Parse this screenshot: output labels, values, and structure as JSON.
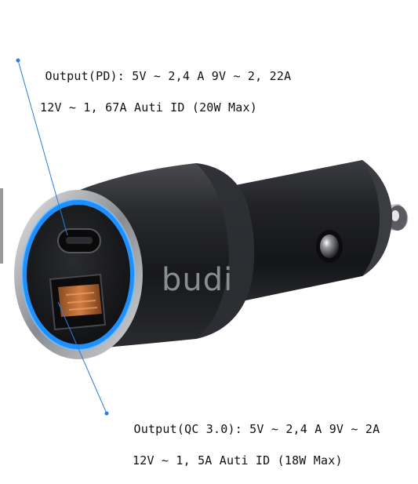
{
  "annotations": {
    "pd": {
      "line1": "Output(PD): 5V ~ 2,4 A 9V ~ 2, 22A",
      "line2": "12V ~ 1, 67A Auti ID (20W Max)"
    },
    "qc": {
      "line1": "Output(QC 3.0): 5V ~ 2,4 A 9V ~ 2A",
      "line2": "12V ~ 1, 5A Auti ID (18W Max)"
    }
  },
  "product": {
    "brand": "budi"
  },
  "colors": {
    "ring": "#1e8fff",
    "pointer_line": "#2a7de1",
    "usb_a_insert": "#c8733a",
    "body": "#1c1d20"
  }
}
